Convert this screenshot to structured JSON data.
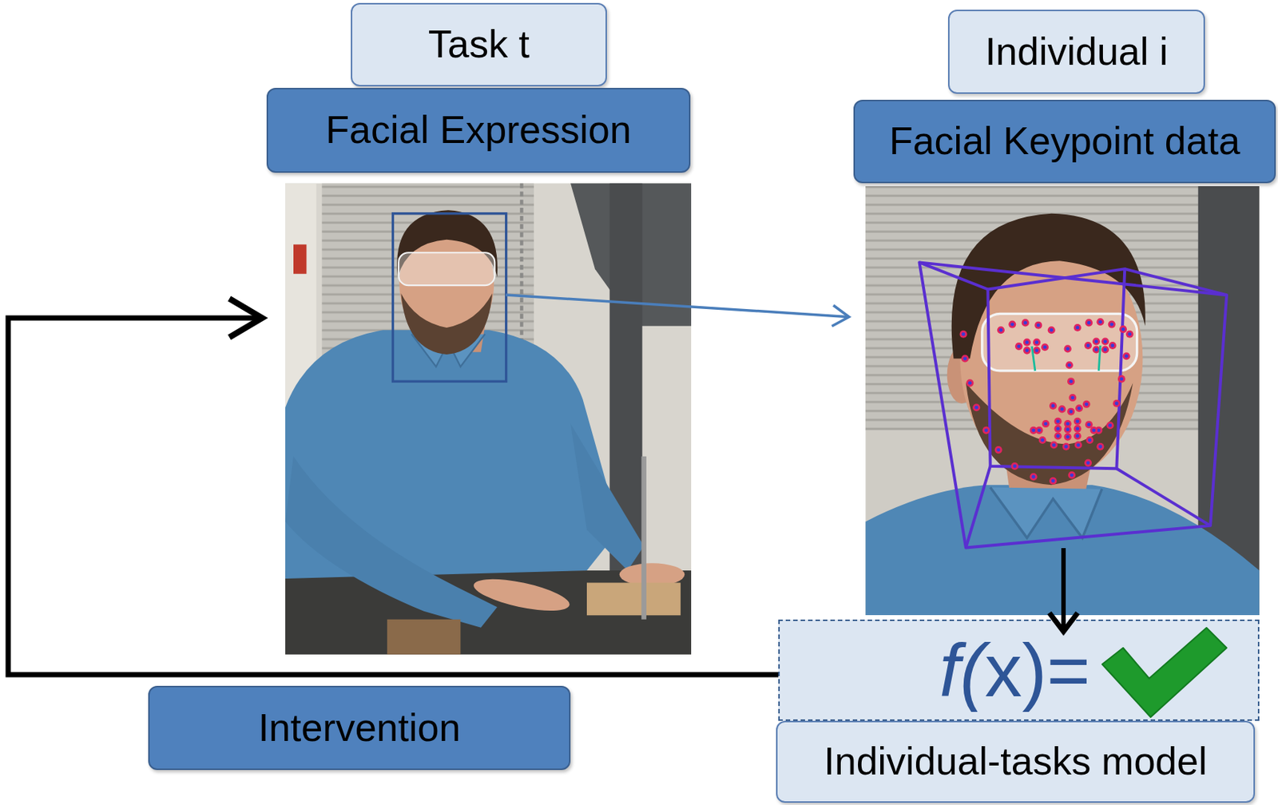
{
  "diagram": {
    "nodes": [
      {
        "text": [
          "Task t"
        ]
      },
      {
        "text": [
          "Facial Expression"
        ]
      },
      {
        "text": [
          "Individual i"
        ]
      },
      {
        "text": [
          "Facial Keypoint data"
        ]
      },
      {
        "text": [
          "f(x)="
        ]
      },
      {
        "text": [
          "Individual-tasks model"
        ]
      },
      {
        "text": [
          "Intervention"
        ]
      }
    ]
  }
}
